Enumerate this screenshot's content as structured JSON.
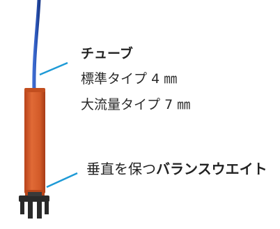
{
  "tube": {
    "title": "チューブ",
    "types": [
      {
        "label": "標準タイプ",
        "size": "4 ㎜"
      },
      {
        "label": "大流量タイプ",
        "size": "7 ㎜"
      }
    ]
  },
  "weight": {
    "label_normal": "垂直を保つ",
    "label_bold": "バランスウエイト"
  },
  "colors": {
    "tube": "#2a55b8",
    "weight_body": "#d65a2a",
    "leader_line": "#1e9ad6",
    "foot": "#2a2a2a"
  }
}
